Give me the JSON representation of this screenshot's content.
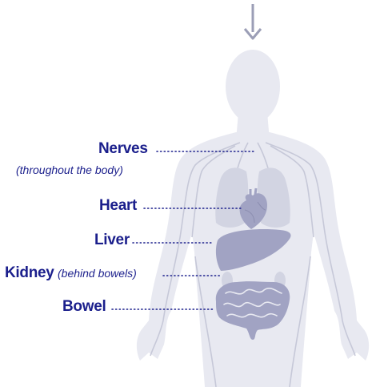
{
  "labels": {
    "nerves": {
      "name": "Nerves",
      "note": "(throughout the body)"
    },
    "heart": {
      "name": "Heart"
    },
    "liver": {
      "name": "Liver"
    },
    "kidney": {
      "name": "Kidney",
      "note": "(behind bowels)"
    },
    "bowel": {
      "name": "Bowel"
    }
  },
  "colors": {
    "label_text": "#1b1f8c",
    "body": "#e8e9f1",
    "lungs": "#d2d4e2",
    "organ": "#a1a3c3",
    "nerve_lines": "#c6c8d8",
    "arrow": "#9b9eb6"
  },
  "icons": [
    "down-arrow-icon",
    "body-silhouette",
    "lungs",
    "heart",
    "liver",
    "kidneys",
    "bowel"
  ]
}
